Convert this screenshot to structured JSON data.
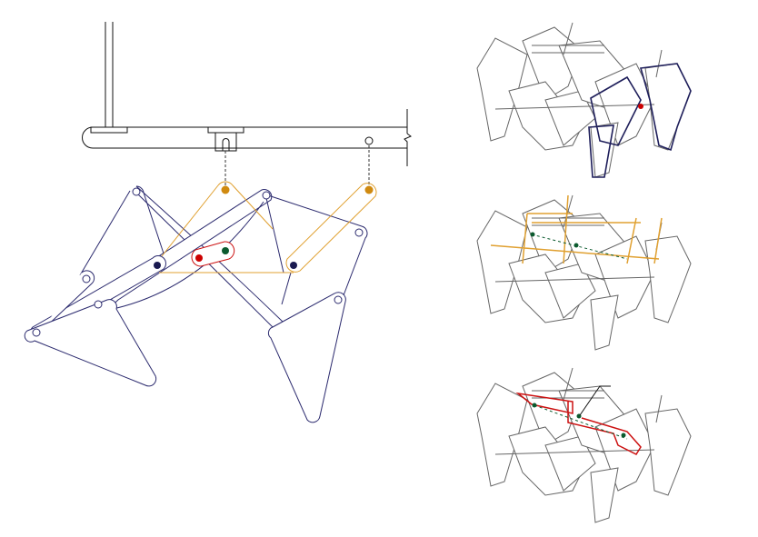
{
  "colors": {
    "linkage": "#2b2a6e",
    "crank_highlight": "#e0a030",
    "coupler_highlight": "#cc1111",
    "fixed_pivot": "#0b5a2e",
    "joint": "#1a1a50",
    "robot_outline": "#666666"
  },
  "views": [
    "side-linkage-diagram",
    "robot-leg-highlight",
    "robot-crank-highlight",
    "robot-crankshaft-highlight"
  ]
}
